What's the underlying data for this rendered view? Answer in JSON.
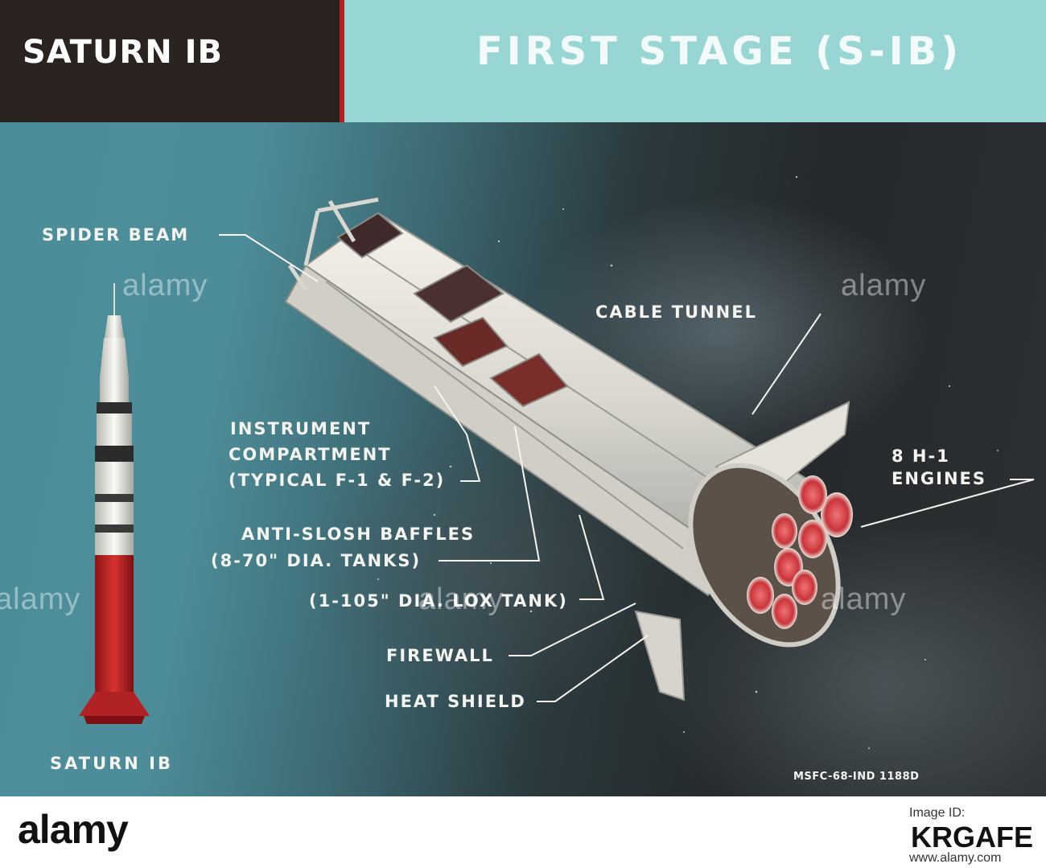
{
  "header": {
    "left_title": "SATURN IB",
    "right_title": "FIRST STAGE (S-IB)"
  },
  "labels": {
    "spider_beam": "SPIDER BEAM",
    "cable_tunnel": "CABLE TUNNEL",
    "instrument_line1": "INSTRUMENT",
    "instrument_line2": "COMPARTMENT",
    "instrument_line3": "(TYPICAL F-1 & F-2)",
    "engines_line1": "8 H-1",
    "engines_line2": "ENGINES",
    "anti_slosh": "ANTI-SLOSH BAFFLES",
    "tanks_70": "(8-70\" DIA. TANKS)",
    "lox_tank": "(1-105\" DIA. LOX TANK)",
    "firewall": "FIREWALL",
    "heat_shield": "HEAT SHIELD"
  },
  "caption": "SATURN IB",
  "image_code": "MSFC-68-IND 1188D",
  "watermarks": [
    "alamy",
    "alamy",
    "alamy",
    "alamy",
    "alamy"
  ],
  "footer": {
    "logo": "alamy",
    "image_id_label": "Image ID:",
    "image_id": "KRGAFE",
    "url": "www.alamy.com"
  },
  "colors": {
    "header_left_bg": "#2a2320",
    "header_right_bg": "#98d6d4",
    "divider": "#b81e24",
    "rocket_red": "#c0282a",
    "label_text": "#f4f4f0"
  }
}
